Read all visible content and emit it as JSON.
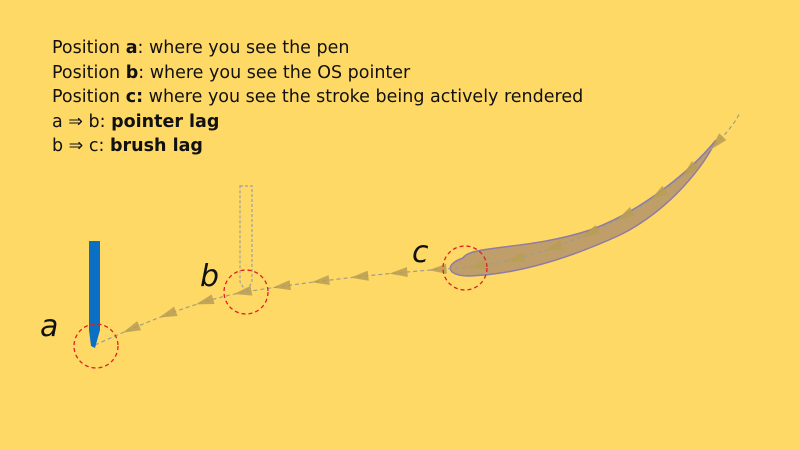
{
  "caption": {
    "line_a": {
      "prefix": "Position ",
      "key": "a",
      "text": ": where you see the pen"
    },
    "line_b": {
      "prefix": "Position ",
      "key": "b",
      "text": ": where you see the OS pointer"
    },
    "line_c": {
      "prefix": "Position ",
      "key": "c:",
      "text": " where you see the stroke being actively rendered"
    },
    "line_ab": {
      "prefix": "a ⇒ b: ",
      "emph": "pointer lag"
    },
    "line_bc": {
      "prefix": "b ⇒ c: ",
      "emph": "brush lag"
    }
  },
  "labels": {
    "a": "a",
    "b": "b",
    "c": "c"
  },
  "colors": {
    "background": "#FFD966",
    "pen": "#0B6FC4",
    "stroke_fill": "#A9896B",
    "stroke_edge": "#8E7BA6",
    "circle": "#E02020",
    "arrow": "#B89E55",
    "path": "#9E9E8E"
  }
}
